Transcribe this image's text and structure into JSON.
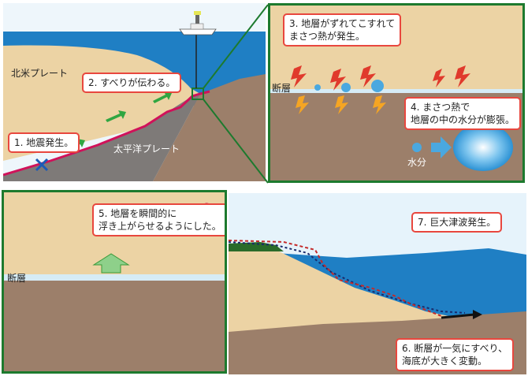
{
  "panel1": {
    "north_plate": "北米プレート",
    "pacific_plate": "太平洋プレート",
    "step1": "1. 地震発生。",
    "step2": "2. すべりが伝わる。"
  },
  "panel2": {
    "step3_line1": "3. 地層がずれてこすれて",
    "step3_line2": "まさつ熱が発生。",
    "fault": "断層",
    "step4_line1": "4. まさつ熱で",
    "step4_line2": "地層の中の水分が膨張。",
    "water": "水分"
  },
  "panel3": {
    "step5_line1": "5. 地層を瞬間的に",
    "step5_line2": "浮き上がらせるようにした。",
    "fault": "断層"
  },
  "panel4": {
    "step7": "7. 巨大津波発生。",
    "step6_line1": "6. 断層が一気にすべり、",
    "step6_line2": "海底が大きく変動。"
  },
  "colors": {
    "sky": "#e6f3fb",
    "sea": "#1f7fc4",
    "sand": "#ecd3a4",
    "rock": "#9c7f6a",
    "frame": "#1d7a2e",
    "callout_border": "#e8473e",
    "slip_line": "#d0125a",
    "arrow": "#2fa641"
  }
}
